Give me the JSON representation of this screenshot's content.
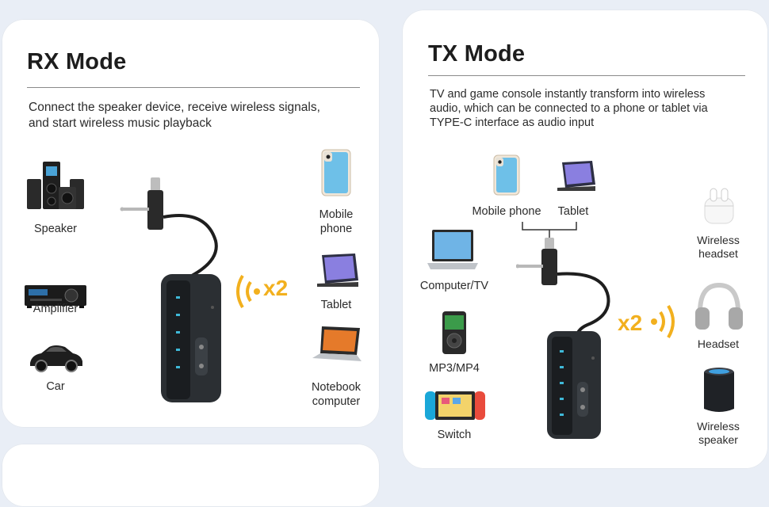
{
  "rx": {
    "title": "RX Mode",
    "description_line1": "Connect the speaker device, receive wireless signals,",
    "description_line2": "and start wireless music playback",
    "sources": [
      {
        "label": "Speaker",
        "icon": "speaker-system-icon"
      },
      {
        "label": "Amplifier",
        "icon": "amplifier-icon"
      },
      {
        "label": "Car",
        "icon": "car-icon"
      }
    ],
    "targets": [
      {
        "label_line1": "Mobile",
        "label_line2": "phone",
        "icon": "mobile-phone-icon"
      },
      {
        "label_line1": "Tablet",
        "label_line2": "",
        "icon": "tablet-icon"
      },
      {
        "label_line1": "Notebook",
        "label_line2": "computer",
        "icon": "laptop-icon"
      }
    ],
    "badge": "x2"
  },
  "tx": {
    "title": "TX Mode",
    "description_line1": "TV and game console instantly transform into wireless",
    "description_line2": "audio, which can be connected to a phone or tablet via",
    "description_line3": "TYPE-C interface as audio input",
    "top_devices": [
      {
        "label": "Mobile phone",
        "icon": "mobile-phone-icon"
      },
      {
        "label": "Tablet",
        "icon": "tablet-icon"
      }
    ],
    "sources": [
      {
        "label": "Computer/TV",
        "icon": "laptop-icon"
      },
      {
        "label": "MP3/MP4",
        "icon": "mp3-player-icon"
      },
      {
        "label": "Switch",
        "icon": "game-console-icon"
      }
    ],
    "targets": [
      {
        "label_line1": "Wireless",
        "label_line2": "headset",
        "icon": "earbuds-icon"
      },
      {
        "label_line1": "Headset",
        "label_line2": "",
        "icon": "headphones-icon"
      },
      {
        "label_line1": "Wireless",
        "label_line2": "speaker",
        "icon": "smart-speaker-icon"
      }
    ],
    "badge": "x2"
  },
  "colors": {
    "accent": "#f2b01e",
    "card": "#ffffff",
    "background": "#e9eef6"
  }
}
